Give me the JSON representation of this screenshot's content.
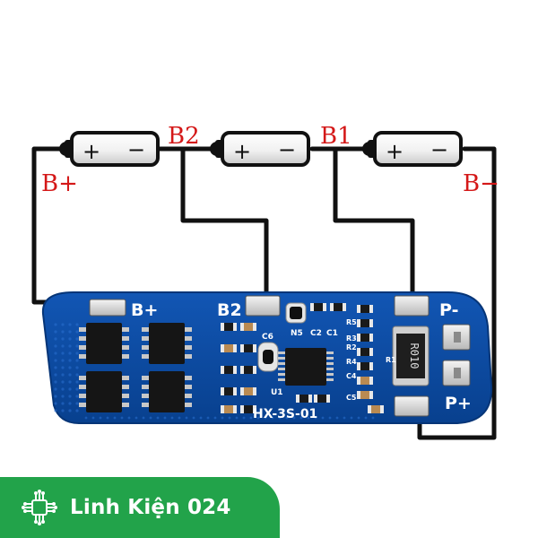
{
  "wire_labels": {
    "b_plus": "B+",
    "b2": "B2",
    "b1": "B1",
    "b_minus": "B−"
  },
  "batteries": [
    {
      "plus": "+",
      "minus": "−"
    },
    {
      "plus": "+",
      "minus": "−"
    },
    {
      "plus": "+",
      "minus": "−"
    }
  ],
  "board": {
    "pad_b_plus": "B+",
    "pad_b2": "B2",
    "pad_p_minus": "P-",
    "pad_p_plus": "P+",
    "model": "HX-3S-01",
    "resistor_code": "R010",
    "refs": {
      "c6": "C6",
      "n5": "N5",
      "c2": "C2",
      "c1": "C1",
      "u1": "U1",
      "r5": "R5",
      "r4": "R4",
      "r3": "R3",
      "r2": "R2",
      "r1": "R1",
      "c4": "C4",
      "c5": "C5"
    }
  },
  "brand": {
    "name": "Linh Kiện 024"
  },
  "colors": {
    "pcb": "#0a4ca3",
    "wire": "#111111",
    "label_red": "#d41818",
    "brand_green": "#22a34a"
  }
}
